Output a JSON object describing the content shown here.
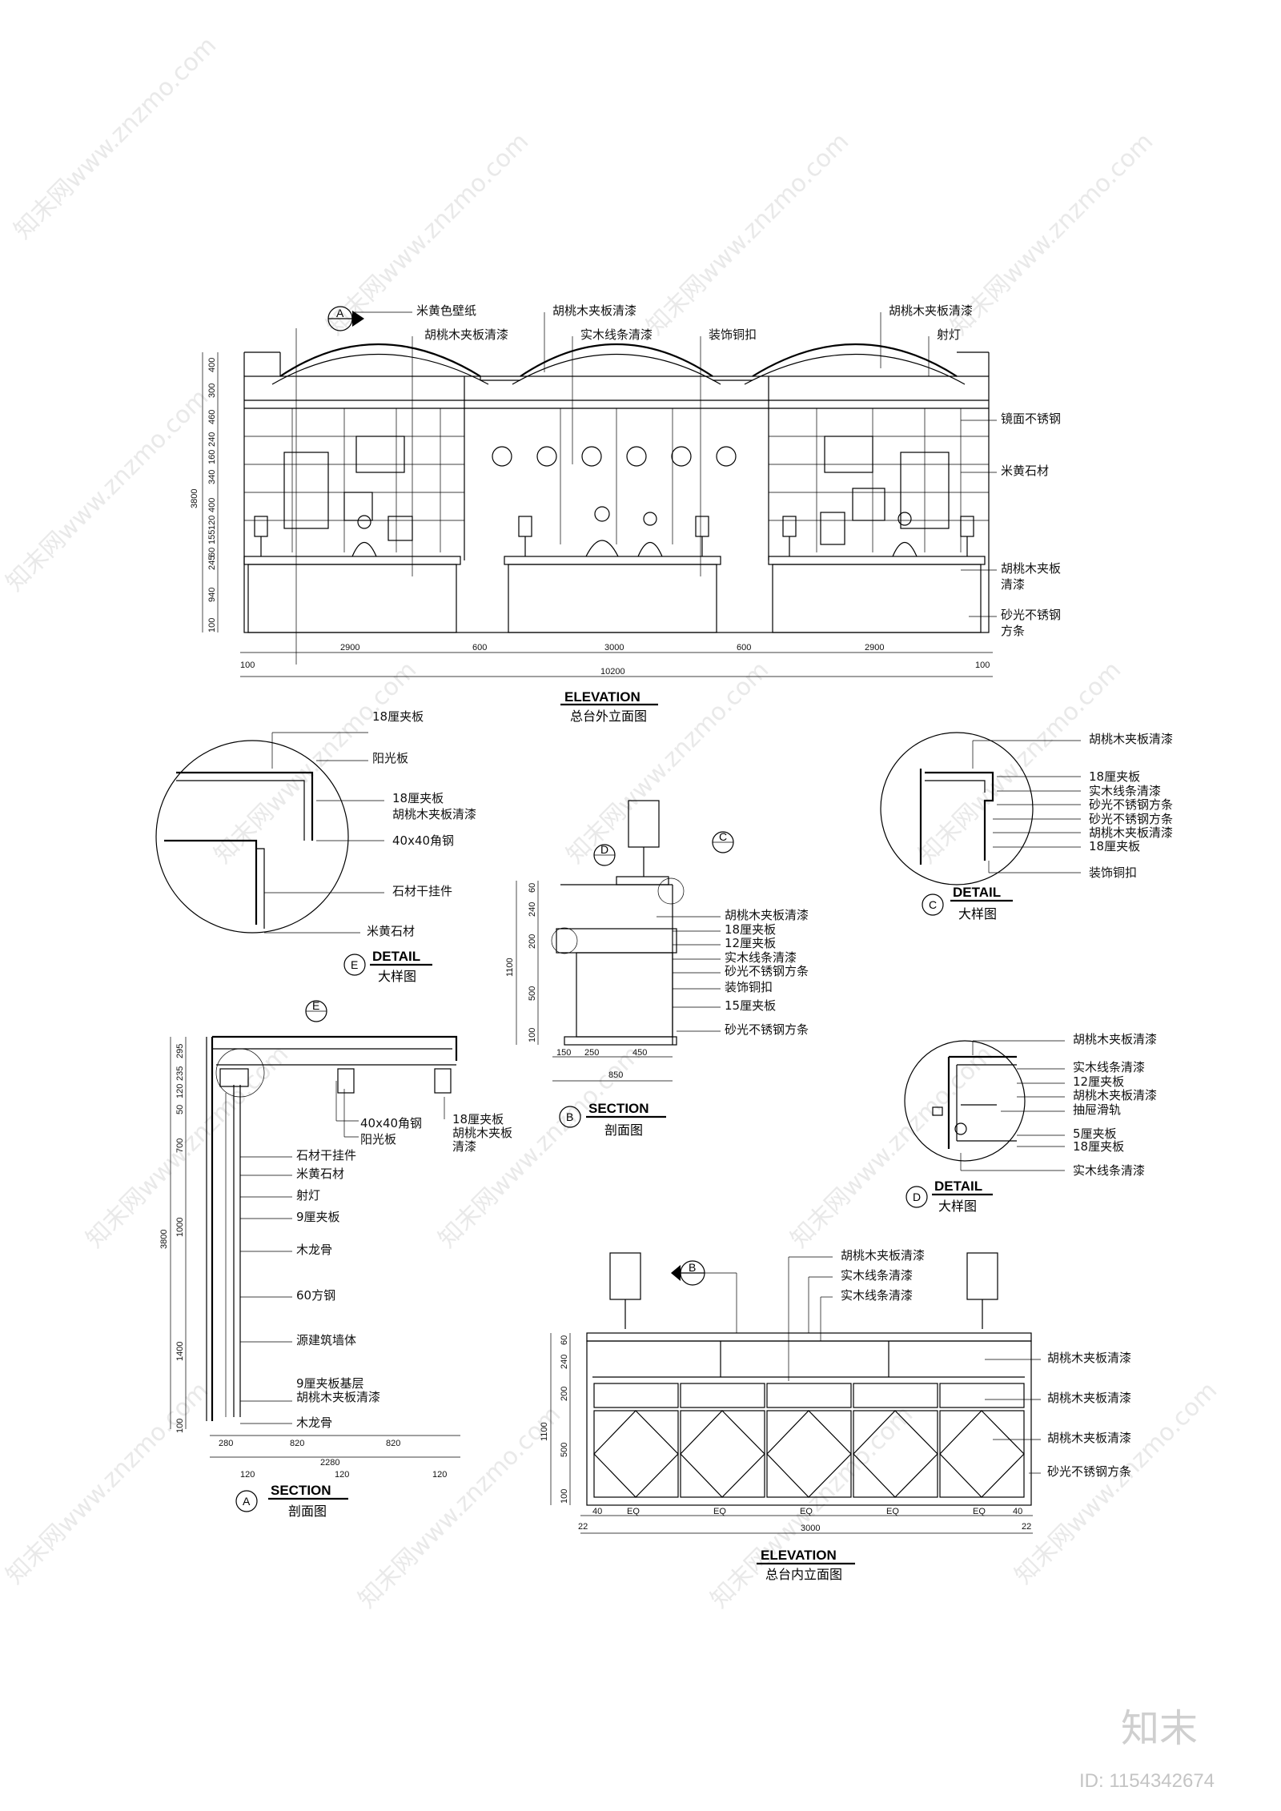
{
  "watermark": {
    "text": "知末网www.znzmo.com"
  },
  "brand": {
    "logo": "知末",
    "id": "ID: 1154342674"
  },
  "elev1": {
    "title": "ELEVATION",
    "subtitle": "总台外立面图",
    "labels": [
      "米黄色壁纸",
      "胡桃木夹板清漆",
      "胡桃木夹板清漆",
      "实木线条清漆",
      "装饰铜扣",
      "胡桃木夹板清漆",
      "射灯",
      "镜面不锈钢",
      "米黄石材",
      "胡桃木夹板",
      "清漆",
      "砂光不锈钢",
      "方条"
    ],
    "vdims": [
      "400",
      "300",
      "460",
      "240",
      "160",
      "340",
      "400",
      "120",
      "155",
      "60",
      "245",
      "940",
      "100"
    ],
    "total_h": "3800",
    "hdims": [
      "2900",
      "600",
      "3000",
      "600",
      "2900"
    ],
    "end_dims": [
      "100",
      "100"
    ],
    "total_w": "10200",
    "marker": "A"
  },
  "detailE": {
    "title": "DETAIL",
    "subtitle": "大样图",
    "marker": "E",
    "labels": [
      "18厘夹板",
      "阳光板",
      "18厘夹板",
      "胡桃木夹板清漆",
      "40x40角钢",
      "石材干挂件",
      "米黄石材"
    ]
  },
  "sectionB": {
    "title": "SECTION",
    "subtitle": "剖面图",
    "marker": "B",
    "callouts": [
      "D",
      "C"
    ],
    "labels": [
      "胡桃木夹板清漆",
      "18厘夹板",
      "12厘夹板",
      "实木线条清漆",
      "砂光不锈钢方条",
      "装饰铜扣",
      "15厘夹板",
      "砂光不锈钢方条"
    ],
    "vdims": [
      "60",
      "240",
      "200",
      "500",
      "100"
    ],
    "total_h": "1100",
    "hdims": [
      "150",
      "250",
      "450"
    ],
    "total_w": "850"
  },
  "detailC": {
    "title": "DETAIL",
    "subtitle": "大样图",
    "marker": "C",
    "labels": [
      "胡桃木夹板清漆",
      "18厘夹板",
      "实木线条清漆",
      "砂光不锈钢方条",
      "砂光不锈钢方条",
      "胡桃木夹板清漆",
      "18厘夹板",
      "装饰铜扣"
    ]
  },
  "detailD": {
    "title": "DETAIL",
    "subtitle": "大样图",
    "marker": "D",
    "labels": [
      "胡桃木夹板清漆",
      "实木线条清漆",
      "12厘夹板",
      "胡桃木夹板清漆",
      "抽屉滑轨",
      "5厘夹板",
      "18厘夹板",
      "实木线条清漆"
    ]
  },
  "sectionA": {
    "title": "SECTION",
    "subtitle": "剖面图",
    "marker": "A",
    "callout": "E",
    "labels": [
      "40x40角钢",
      "阳光板",
      "18厘夹板",
      "胡桃木夹板",
      "清漆",
      "石材干挂件",
      "米黄石材",
      "射灯",
      "9厘夹板",
      "木龙骨",
      "60方钢",
      "源建筑墙体",
      "9厘夹板基层",
      "胡桃木夹板清漆",
      "木龙骨"
    ],
    "vdims": [
      "295",
      "235",
      "120",
      "50",
      "700",
      "1000",
      "1400",
      "100"
    ],
    "total_h": "3800",
    "hdims_top": [
      "280",
      "820",
      "820"
    ],
    "total_w": "2280",
    "hdims_bottom": [
      "120",
      "120",
      "120"
    ]
  },
  "elev2": {
    "title": "ELEVATION",
    "subtitle": "总台内立面图",
    "marker": "B",
    "labels": [
      "胡桃木夹板清漆",
      "实木线条清漆",
      "实木线条清漆",
      "胡桃木夹板清漆",
      "胡桃木夹板清漆",
      "胡桃木夹板清漆",
      "砂光不锈钢方条"
    ],
    "vdims": [
      "60",
      "240",
      "200",
      "500",
      "100"
    ],
    "total_h": "1100",
    "eq": [
      "EQ",
      "EQ",
      "EQ",
      "EQ",
      "EQ"
    ],
    "end_dims": [
      "22",
      "22"
    ],
    "small_dims": [
      "40",
      "40"
    ],
    "total_w": "3000"
  }
}
